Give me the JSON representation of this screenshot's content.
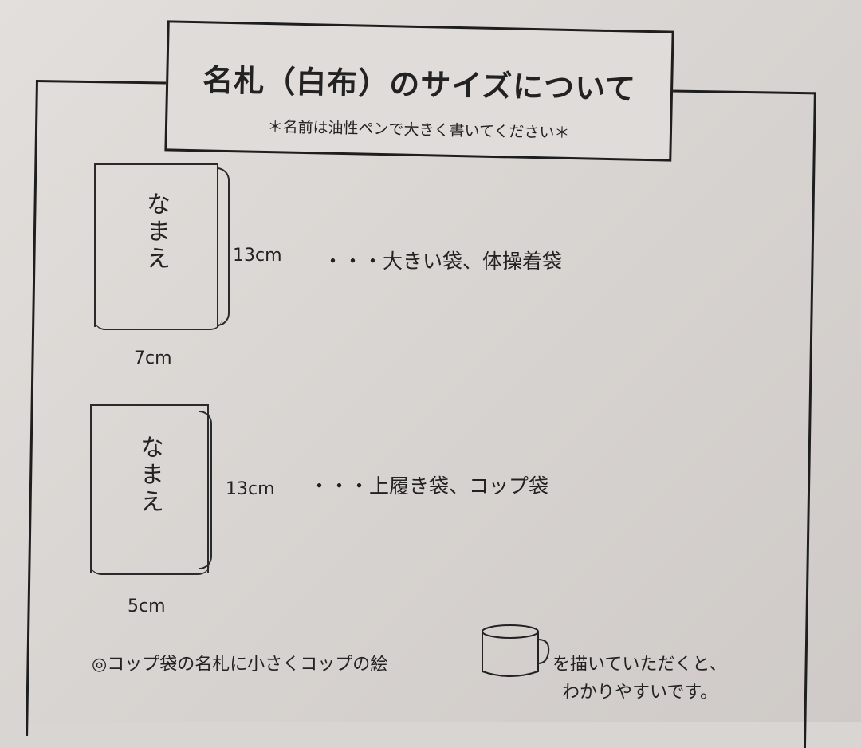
{
  "header": {
    "title": "名札（白布）のサイズについて",
    "subtitle": "＊名前は油性ペンで大きく書いてください＊"
  },
  "tags": [
    {
      "name": "なまえ",
      "height": "13cm",
      "width": "7cm",
      "usage": "・・・大きい袋、体操着袋"
    },
    {
      "name": "なまえ",
      "height": "13cm",
      "width": "5cm",
      "usage": "・・・上履き袋、コップ袋"
    }
  ],
  "note": {
    "line1_before": "◎コップ袋の名札に小さくコップの絵",
    "line1_after": "を描いていただくと、",
    "line2": "わかりやすいです。",
    "icon": "cup-icon"
  }
}
